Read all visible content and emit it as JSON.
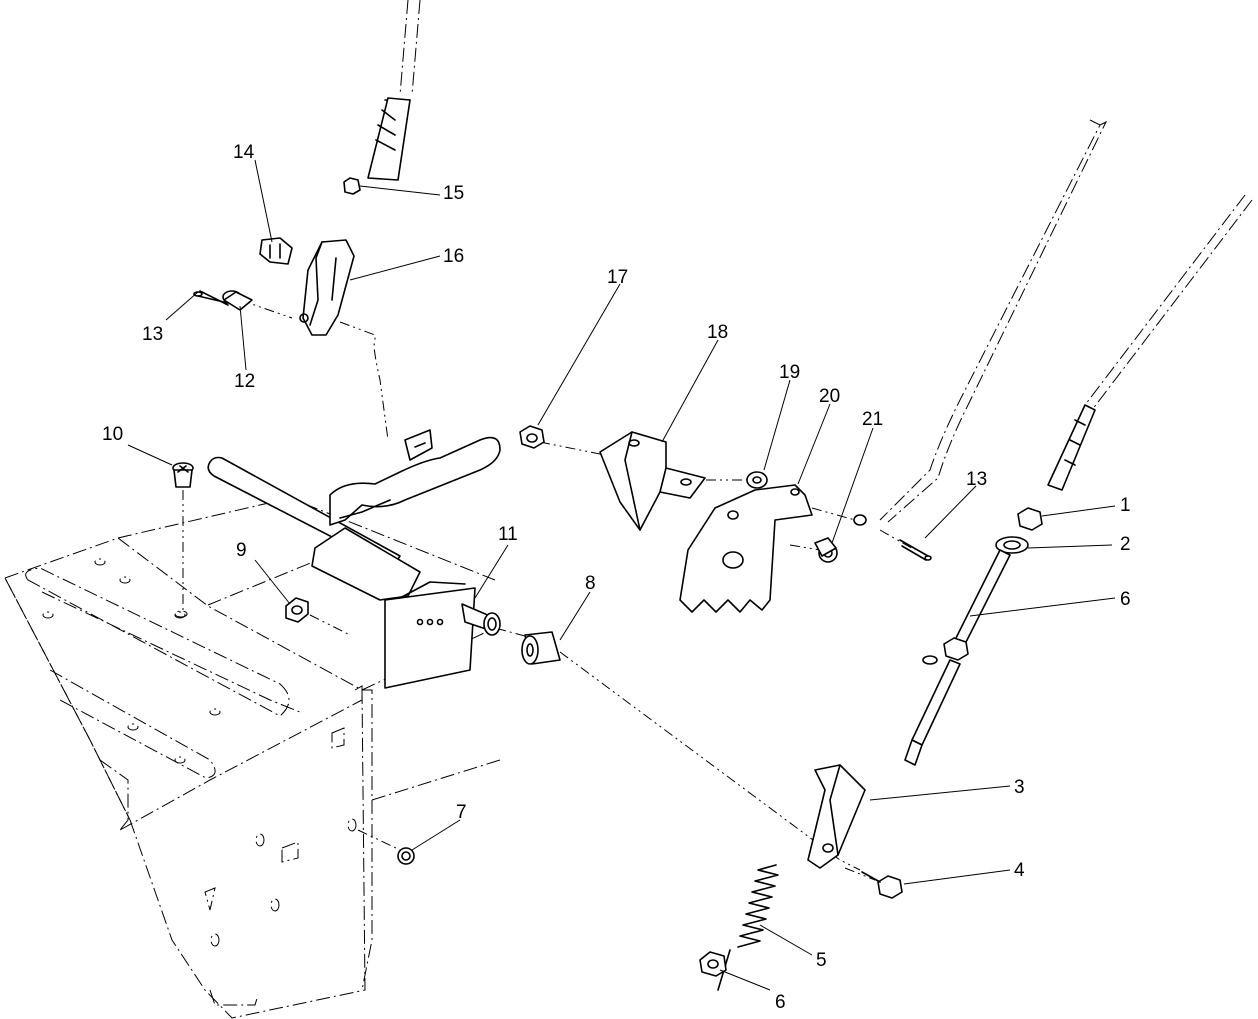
{
  "callouts": [
    {
      "id": "c1",
      "label": "1"
    },
    {
      "id": "c2",
      "label": "2"
    },
    {
      "id": "c3",
      "label": "3"
    },
    {
      "id": "c4",
      "label": "4"
    },
    {
      "id": "c5",
      "label": "5"
    },
    {
      "id": "c6a",
      "label": "6"
    },
    {
      "id": "c6b",
      "label": "6"
    },
    {
      "id": "c7",
      "label": "7"
    },
    {
      "id": "c8",
      "label": "8"
    },
    {
      "id": "c9",
      "label": "9"
    },
    {
      "id": "c10",
      "label": "10"
    },
    {
      "id": "c11",
      "label": "11"
    },
    {
      "id": "c12",
      "label": "12"
    },
    {
      "id": "c13a",
      "label": "13"
    },
    {
      "id": "c13b",
      "label": "13"
    },
    {
      "id": "c14",
      "label": "14"
    },
    {
      "id": "c15",
      "label": "15"
    },
    {
      "id": "c16",
      "label": "16"
    },
    {
      "id": "c17",
      "label": "17"
    },
    {
      "id": "c18",
      "label": "18"
    },
    {
      "id": "c19",
      "label": "19"
    },
    {
      "id": "c20",
      "label": "20"
    },
    {
      "id": "c21",
      "label": "21"
    }
  ]
}
